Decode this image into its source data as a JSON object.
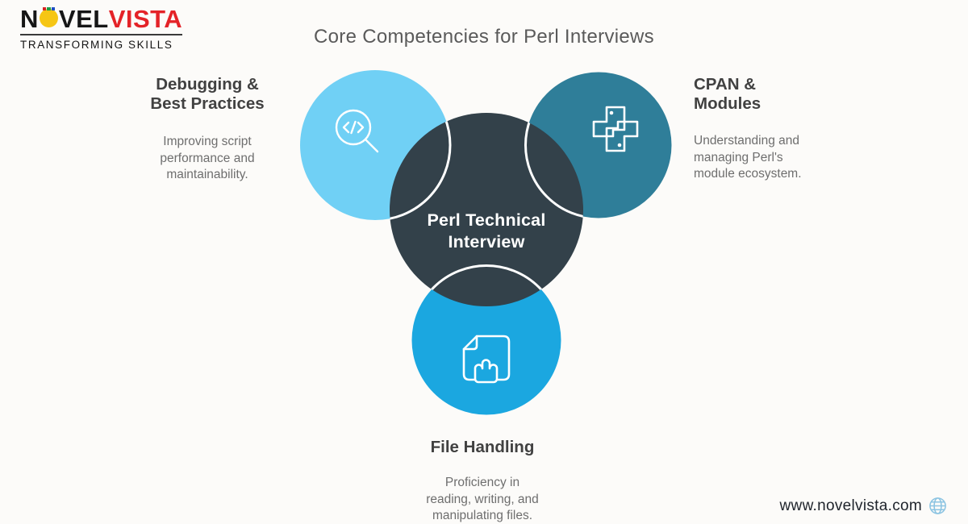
{
  "logo": {
    "part1": "N",
    "part2": "VEL",
    "part3": "VISTA",
    "tagline": "TRANSFORMING SKILLS",
    "bulb_icon": "lightbulb-icon",
    "brand_red": "#e42328",
    "bulb_yellow": "#f6c614"
  },
  "header": {
    "title": "Core Competencies for Perl Interviews"
  },
  "diagram": {
    "center": {
      "line1": "Perl Technical",
      "line2": "Interview",
      "color": "#33414a"
    },
    "nodes": [
      {
        "id": "debugging",
        "title_line1": "Debugging &",
        "title_line2": "Best Practices",
        "desc_line1": "Improving script",
        "desc_line2": "performance and",
        "desc_line3": "maintainability.",
        "icon": "code-search-icon",
        "color": "#70d0f5"
      },
      {
        "id": "cpan",
        "title_line1": "CPAN &",
        "title_line2": "Modules",
        "desc_line1": "Understanding and",
        "desc_line2": "managing Perl's",
        "desc_line3": "module ecosystem.",
        "icon": "python-icon",
        "color": "#2f7e99"
      },
      {
        "id": "file-handling",
        "title_line1": "File Handling",
        "desc_line1": "Proficiency in",
        "desc_line2": "reading, writing, and",
        "desc_line3": "manipulating files.",
        "icon": "file-hand-icon",
        "color": "#1ba7e0"
      }
    ]
  },
  "footer": {
    "website": "www.novelvista.com",
    "icon": "globe-icon",
    "globe_color": "#8cc4e2"
  }
}
